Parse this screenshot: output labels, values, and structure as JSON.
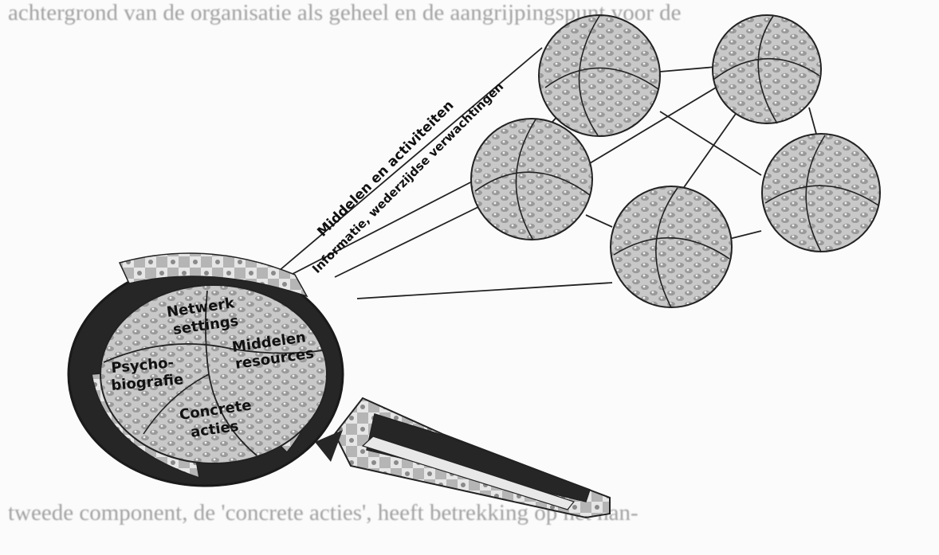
{
  "diagram": {
    "arrow_outer_label": "Middelen en activiteiten",
    "arrow_inner_label": "Informatie, wederzijdse verwachtingen",
    "lens_quadrants": {
      "top": [
        "Netwerk",
        "settings"
      ],
      "right": [
        "Middelen",
        "resources"
      ],
      "left": [
        "Psycho-",
        "biografie"
      ],
      "bottom": [
        "Concrete",
        "acties"
      ]
    }
  },
  "background_text": {
    "top_line": "achtergrond van de organisatie als geheel en de aangrijpingspunt voor de",
    "bottom_line": "tweede component, de 'concrete acties', heeft betrekking op het han-"
  },
  "colors": {
    "ink": "#222222",
    "frame_dark": "#262626",
    "node_fill": "#c9c9c9",
    "background_text": "#8a8a8a"
  }
}
